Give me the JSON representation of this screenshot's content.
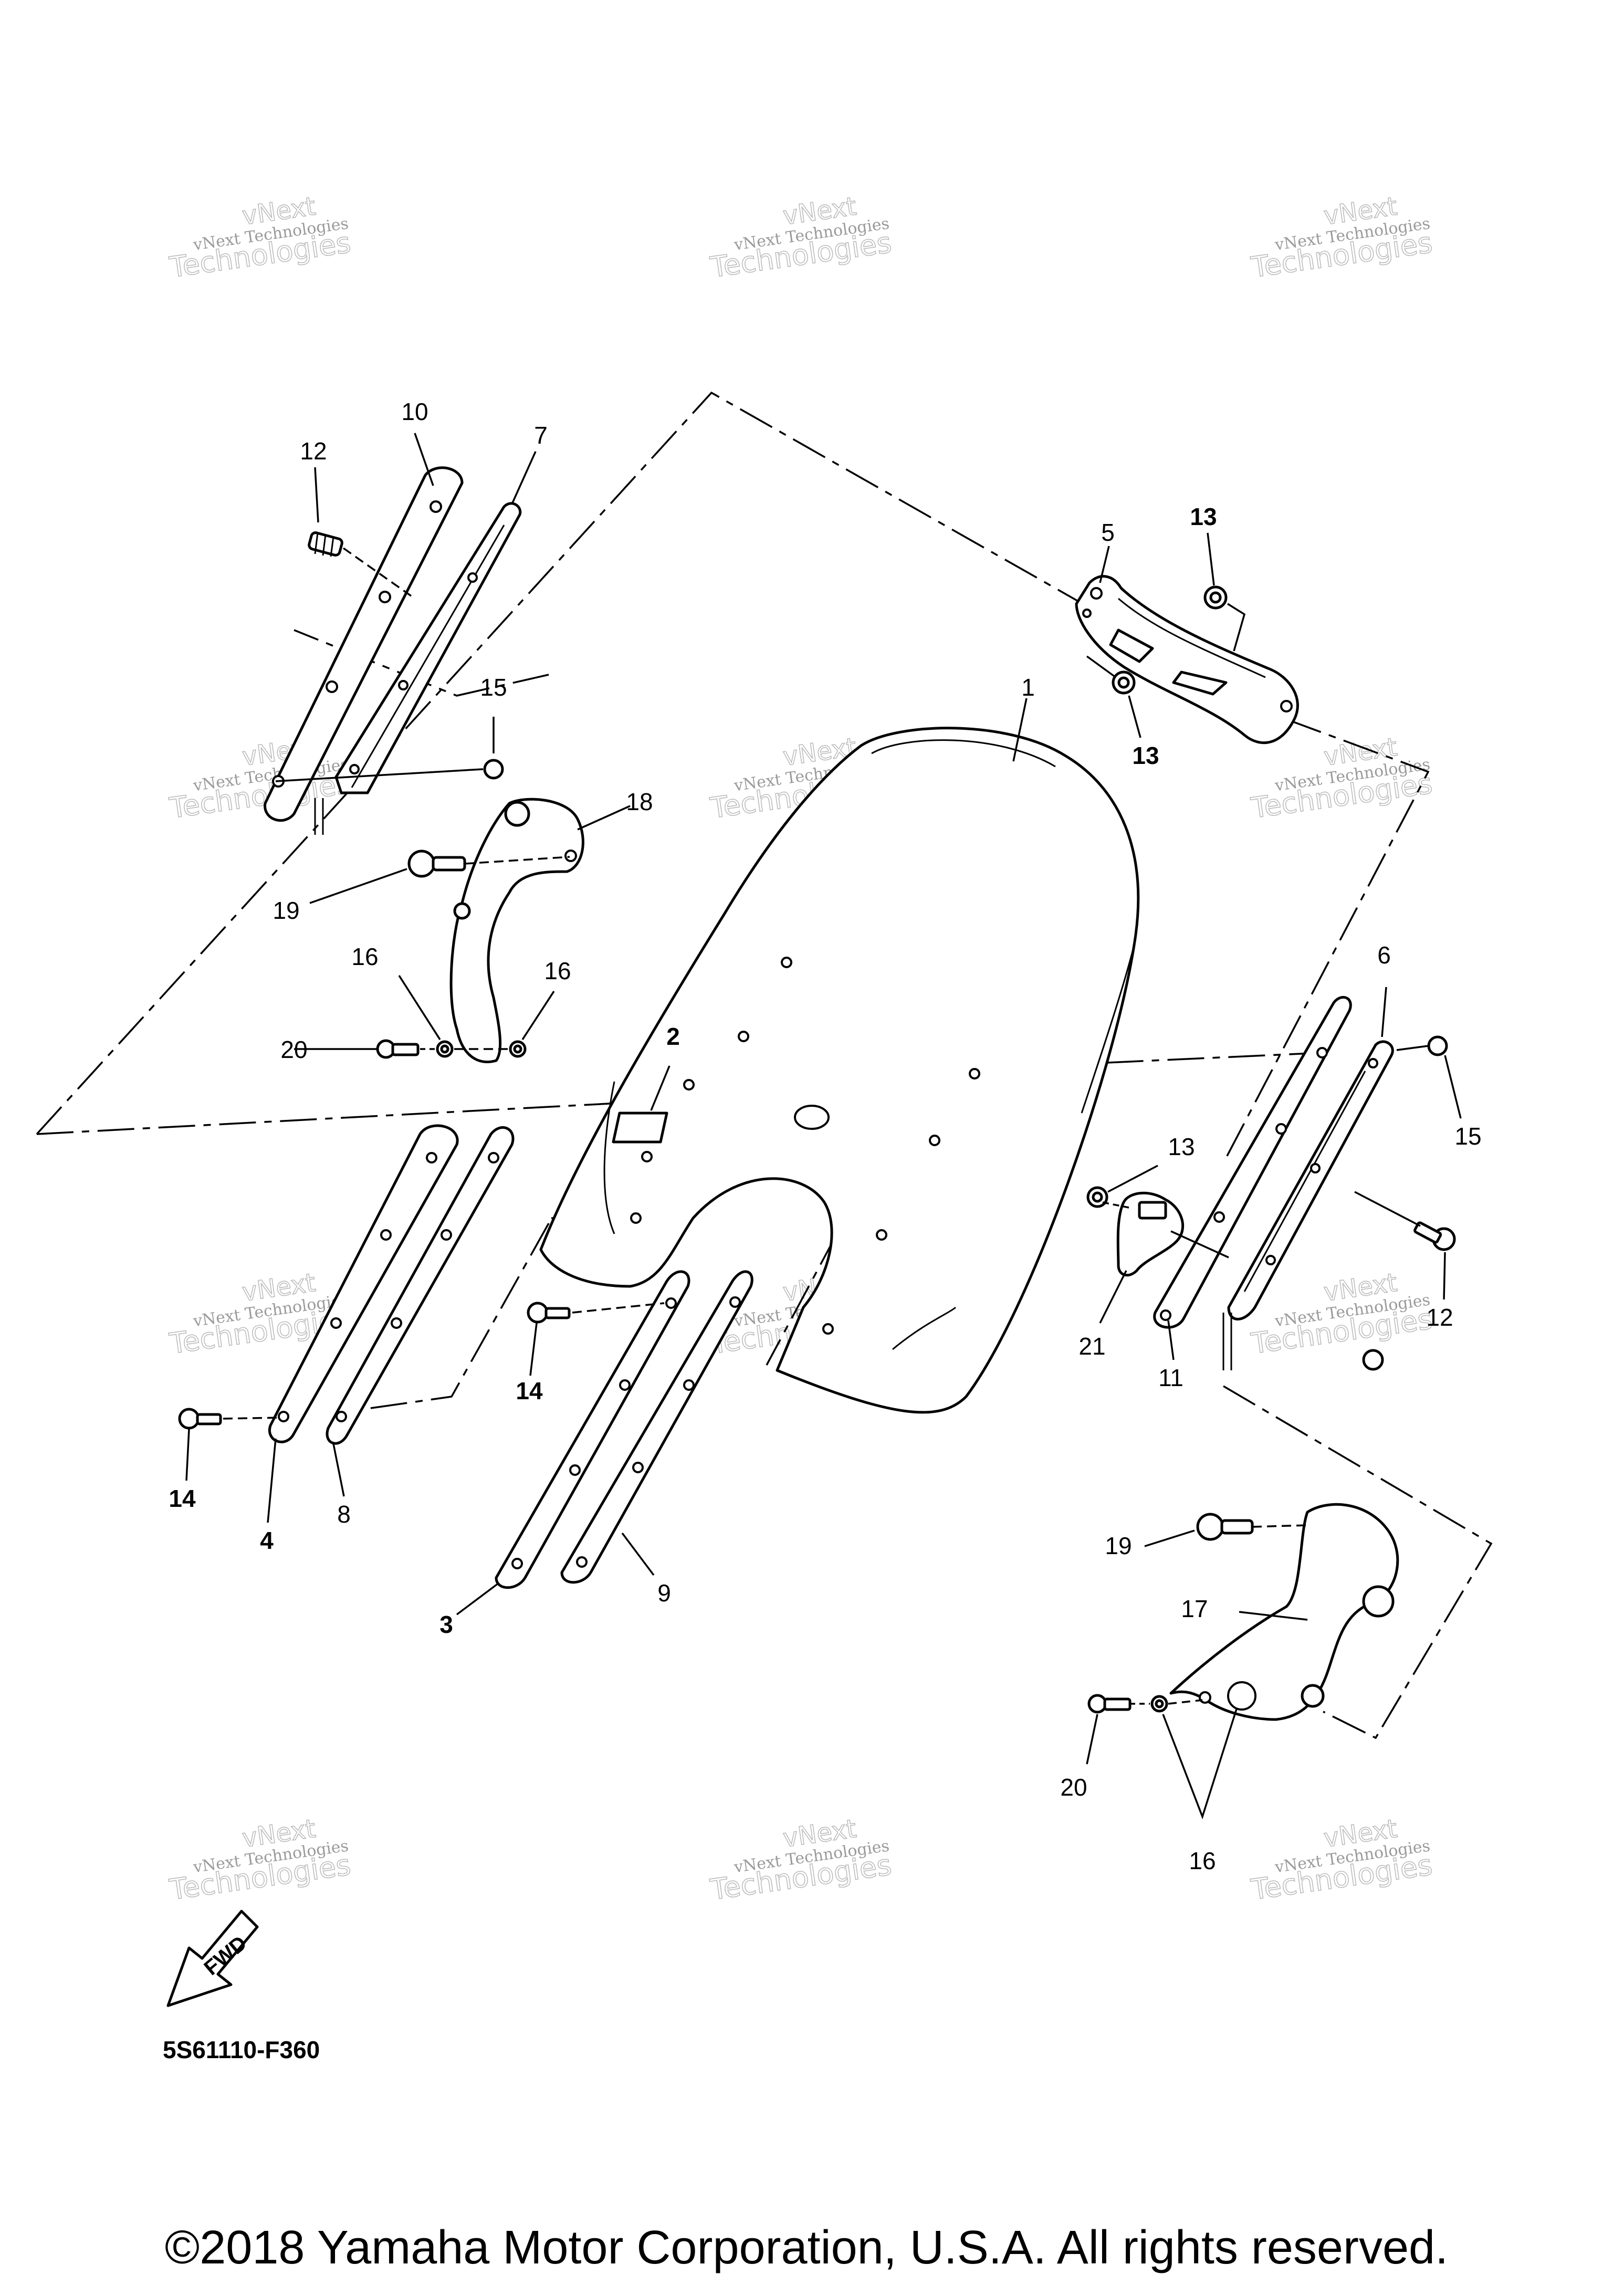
{
  "diagram_code": "5S61110-F360",
  "direction_label": "FWD",
  "copyright": "©2018 Yamaha Motor Corporation, U.S.A. All rights reserved.",
  "watermark": {
    "line1": "vNext",
    "line2": "vNext Technologies",
    "line3": "Technologies"
  },
  "callouts": [
    {
      "id": "1",
      "label": "1"
    },
    {
      "id": "2",
      "label": "2"
    },
    {
      "id": "3",
      "label": "3"
    },
    {
      "id": "4",
      "label": "4"
    },
    {
      "id": "5",
      "label": "5"
    },
    {
      "id": "6",
      "label": "6"
    },
    {
      "id": "7",
      "label": "7"
    },
    {
      "id": "8",
      "label": "8"
    },
    {
      "id": "9",
      "label": "9"
    },
    {
      "id": "10",
      "label": "10"
    },
    {
      "id": "11",
      "label": "11"
    },
    {
      "id": "12a",
      "label": "12"
    },
    {
      "id": "12b",
      "label": "12"
    },
    {
      "id": "13a",
      "label": "13"
    },
    {
      "id": "13b",
      "label": "13"
    },
    {
      "id": "13c",
      "label": "13"
    },
    {
      "id": "14a",
      "label": "14"
    },
    {
      "id": "14b",
      "label": "14"
    },
    {
      "id": "15a",
      "label": "15"
    },
    {
      "id": "15b",
      "label": "15"
    },
    {
      "id": "16a",
      "label": "16"
    },
    {
      "id": "16b",
      "label": "16"
    },
    {
      "id": "16c",
      "label": "16"
    },
    {
      "id": "17",
      "label": "17"
    },
    {
      "id": "18",
      "label": "18"
    },
    {
      "id": "19a",
      "label": "19"
    },
    {
      "id": "19b",
      "label": "19"
    },
    {
      "id": "20a",
      "label": "20"
    },
    {
      "id": "20b",
      "label": "20"
    },
    {
      "id": "21",
      "label": "21"
    }
  ]
}
